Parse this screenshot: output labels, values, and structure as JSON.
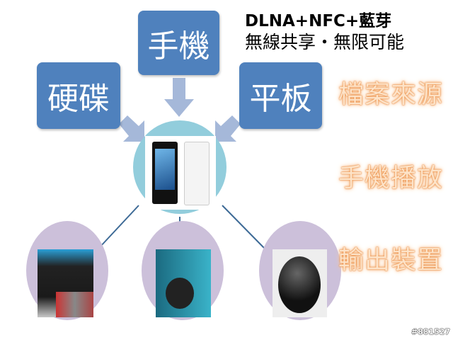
{
  "sources": {
    "phone": "手機",
    "disk": "硬碟",
    "tablet": "平板"
  },
  "headline": {
    "line1": "DLNA+NFC+藍芽",
    "line2": "無線共享・無限可能"
  },
  "labels": {
    "source": "檔案來源",
    "player": "手機播放",
    "output": "輸出裝置"
  },
  "photos": {
    "center": "smartphone",
    "left": "speaker-bag",
    "middle": "headphones",
    "right": "sony-ball-speaker"
  },
  "watermark": "#881527",
  "colors": {
    "box": "#4f81bd",
    "arrow": "#a5b8d9",
    "center": "#92cddc",
    "output_circle": "#ccc0da",
    "line": "#3d6a96"
  }
}
